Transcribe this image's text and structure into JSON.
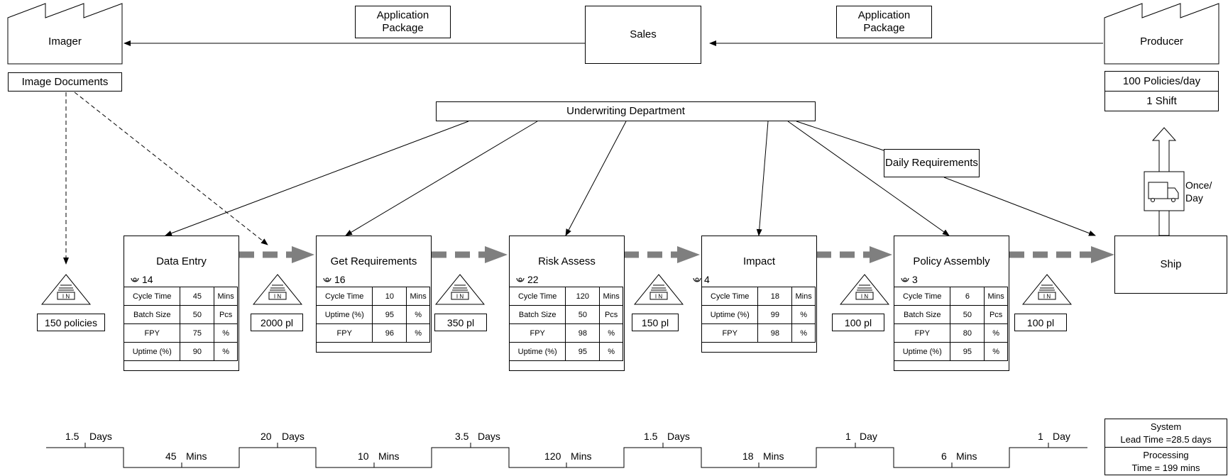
{
  "entities": {
    "imager": "Imager",
    "sales": "Sales",
    "producer": "Producer",
    "app_package_left": "Application Package",
    "app_package_right": "Application Package",
    "image_documents": "Image Documents",
    "underwriting": "Underwriting Department",
    "daily_requirements": "Daily Requirements",
    "producer_rate": "100 Policies/day",
    "producer_shift": "1 Shift",
    "shipment_freq": "Once/ Day",
    "ship": "Ship"
  },
  "processes": [
    {
      "title": "Data Entry",
      "operators": "14",
      "rows": [
        [
          "Cycle Time",
          "45",
          "Mins"
        ],
        [
          "Batch Size",
          "50",
          "Pcs"
        ],
        [
          "FPY",
          "75",
          "%"
        ],
        [
          "Uptime (%)",
          "90",
          "%"
        ]
      ]
    },
    {
      "title": "Get Requirements",
      "operators": "16",
      "rows": [
        [
          "Cycle Time",
          "10",
          "Mins"
        ],
        [
          "Uptime (%)",
          "95",
          "%"
        ],
        [
          "FPY",
          "96",
          "%"
        ]
      ]
    },
    {
      "title": "Risk Assess",
      "operators": "22",
      "rows": [
        [
          "Cycle Time",
          "120",
          "Mins"
        ],
        [
          "Batch Size",
          "50",
          "Pcs"
        ],
        [
          "FPY",
          "98",
          "%"
        ],
        [
          "Uptime (%)",
          "95",
          "%"
        ]
      ]
    },
    {
      "title": "Impact",
      "operators": "4",
      "rows": [
        [
          "Cycle Time",
          "18",
          "Mins"
        ],
        [
          "Uptime (%)",
          "99",
          "%"
        ],
        [
          "FPY",
          "98",
          "%"
        ]
      ]
    },
    {
      "title": "Policy Assembly",
      "operators": "3",
      "rows": [
        [
          "Cycle Time",
          "6",
          "Mins"
        ],
        [
          "Batch Size",
          "50",
          "Pcs"
        ],
        [
          "FPY",
          "80",
          "%"
        ],
        [
          "Uptime (%)",
          "95",
          "%"
        ]
      ]
    }
  ],
  "inventory_icon_label": "I N",
  "inventories": [
    "150 policies",
    "2000 pl",
    "350 pl",
    "150 pl",
    "100 pl",
    "100 pl"
  ],
  "timeline": {
    "wait_values": [
      "1.5",
      "20",
      "3.5",
      "1.5",
      "1",
      "1"
    ],
    "wait_units": [
      "Days",
      "Days",
      "Days",
      "Days",
      "Day",
      "Day"
    ],
    "process_values": [
      "45",
      "10",
      "120",
      "18",
      "6"
    ],
    "process_units": [
      "Mins",
      "Mins",
      "Mins",
      "Mins",
      "Mins"
    ]
  },
  "summary": {
    "system": "System",
    "lead_time": "Lead Time =28.5 days",
    "processing": "Processing",
    "processing_time": "Time = 199 mins"
  },
  "colors": {
    "push_arrow": "#7f7f7f",
    "line": "#000000"
  }
}
